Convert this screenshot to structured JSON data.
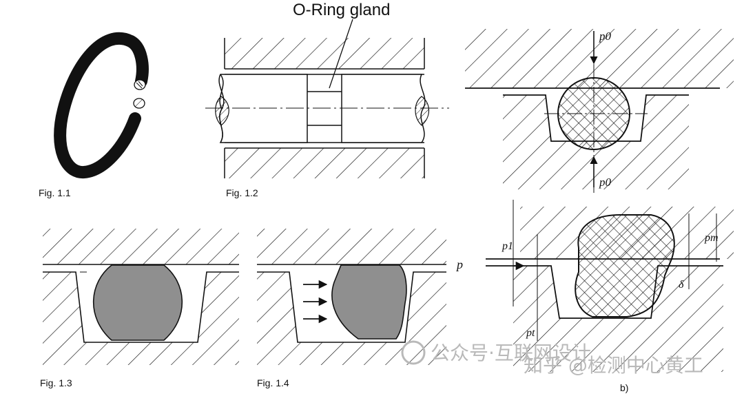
{
  "figures": {
    "fig11": {
      "caption": "Fig. 1.1"
    },
    "fig12": {
      "caption": "Fig. 1.2",
      "label": "O-Ring gland"
    },
    "fig13": {
      "caption": "Fig. 1.3"
    },
    "fig14": {
      "caption": "Fig. 1.4"
    },
    "figa": {
      "labels": {
        "p0_top": "p0",
        "p0_bottom": "p0"
      }
    },
    "figb": {
      "caption": "b)",
      "labels": {
        "p": "p",
        "p1": "p1",
        "pm": "pm",
        "pt": "pt",
        "delta": "δ"
      }
    }
  },
  "watermarks": [
    "公众号·互联网设计",
    "知乎 @检测中心黄工"
  ],
  "colors": {
    "ink": "#111111",
    "oring_fill": "#8f8f8f",
    "background": "#ffffff"
  }
}
